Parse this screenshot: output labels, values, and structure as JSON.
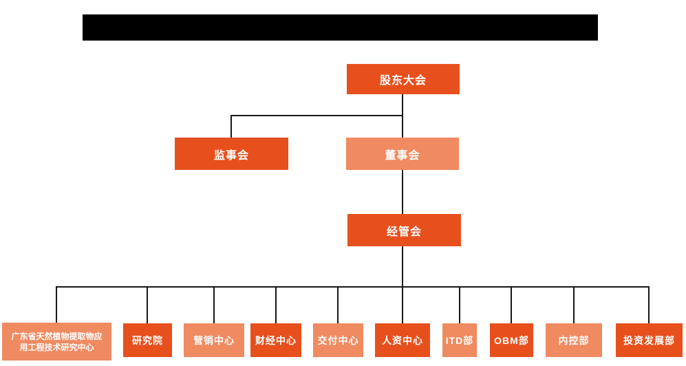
{
  "colors": {
    "primary": "#E7501D",
    "secondary": "#F08A60",
    "line": "#161616",
    "redaction": "#000000",
    "background": "#ffffff",
    "node_text": "#ffffff"
  },
  "header": {
    "redacted": true
  },
  "org_chart": {
    "type": "hierarchy",
    "nodes": {
      "shareholders": {
        "id": "shareholders",
        "label": "股东大会",
        "variant": "primary"
      },
      "supervisory_board": {
        "id": "supervisory-board",
        "label": "监事会",
        "variant": "primary"
      },
      "board_of_directors": {
        "id": "board-of-directors",
        "label": "董事会",
        "variant": "secondary"
      },
      "management_committee": {
        "id": "management-committee",
        "label": "经管会",
        "variant": "primary"
      }
    },
    "departments": [
      {
        "id": "research-center",
        "label": "广东省天然植物提取物应用工程技术研究中心",
        "lines": [
          "广东省天然植物提取物应",
          "用工程技术研究中心"
        ],
        "variant": "secondary"
      },
      {
        "id": "research-institute",
        "label": "研究院",
        "variant": "primary"
      },
      {
        "id": "marketing-center",
        "label": "营销中心",
        "variant": "secondary"
      },
      {
        "id": "finance-center",
        "label": "财经中心",
        "variant": "primary"
      },
      {
        "id": "delivery-center",
        "label": "交付中心",
        "variant": "secondary"
      },
      {
        "id": "hr-center",
        "label": "人资中心",
        "variant": "primary"
      },
      {
        "id": "itd-dept",
        "label": "ITD部",
        "variant": "secondary"
      },
      {
        "id": "obm-dept",
        "label": "OBM部",
        "variant": "primary"
      },
      {
        "id": "internal-control-dept",
        "label": "内控部",
        "variant": "secondary"
      },
      {
        "id": "investment-development-dept",
        "label": "投资发展部",
        "variant": "primary"
      }
    ],
    "edges": [
      [
        "shareholders",
        "supervisory-board"
      ],
      [
        "shareholders",
        "board-of-directors"
      ],
      [
        "board-of-directors",
        "management-committee"
      ],
      [
        "management-committee",
        "research-center"
      ],
      [
        "management-committee",
        "research-institute"
      ],
      [
        "management-committee",
        "marketing-center"
      ],
      [
        "management-committee",
        "finance-center"
      ],
      [
        "management-committee",
        "delivery-center"
      ],
      [
        "management-committee",
        "hr-center"
      ],
      [
        "management-committee",
        "itd-dept"
      ],
      [
        "management-committee",
        "obm-dept"
      ],
      [
        "management-committee",
        "internal-control-dept"
      ],
      [
        "management-committee",
        "investment-development-dept"
      ]
    ]
  }
}
